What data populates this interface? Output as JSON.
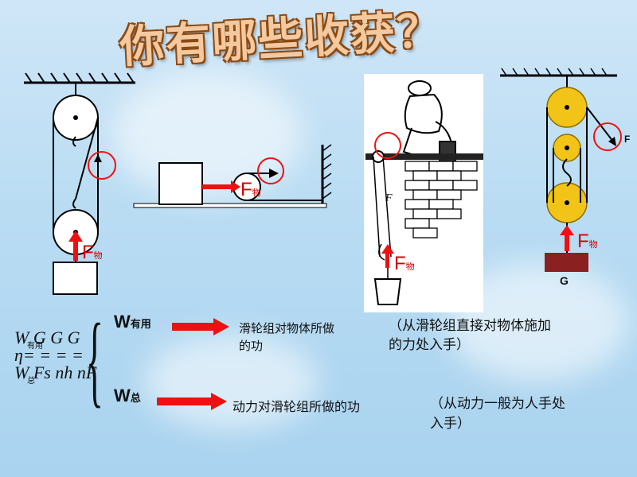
{
  "title": "你有哪些收获？",
  "labels": {
    "f1": "F",
    "f1_sub": "物",
    "f2": "F",
    "f2_sub": "物",
    "f3": "F",
    "f3_sub": "物",
    "f3_rope": "F",
    "f4": "F",
    "f4_sub": "物",
    "f4_right": "F",
    "g": "G"
  },
  "formula": {
    "line1": "W  G  G  G",
    "line1_sub": "有用",
    "line2": "η= = = =",
    "line3": "W  Fs  nh  nF",
    "line3_sub": "总"
  },
  "useful": {
    "w": "W",
    "sub": "有用",
    "desc_line1": "滑轮组对物体所做",
    "desc_line2": "的功",
    "note_line1": "（从滑轮组直接对物体施加",
    "note_line2": "的力处入手）"
  },
  "total": {
    "w": "W",
    "sub": "总",
    "desc": "动力对滑轮组所做的功",
    "note_line1": "（从动力一般为人手处",
    "note_line2": "入手）"
  },
  "colors": {
    "accent_red": "#ee1111",
    "pulley_yellow": "#f2c417",
    "box_brown": "#8b2020"
  }
}
